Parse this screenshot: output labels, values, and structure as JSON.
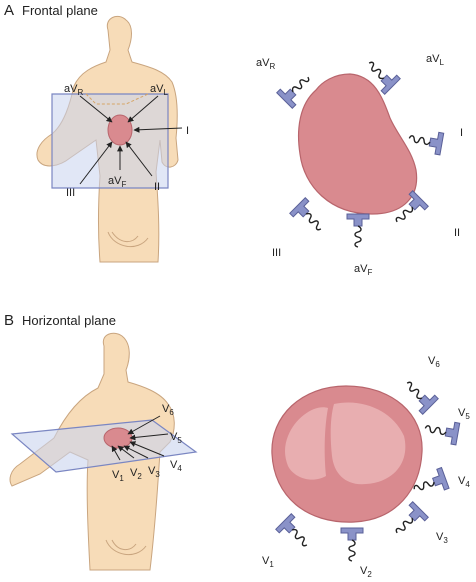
{
  "panels": {
    "a": {
      "letter": "A",
      "title": "Frontal plane"
    },
    "b": {
      "letter": "B",
      "title": "Horizontal plane"
    }
  },
  "frontal": {
    "lead_avr": {
      "base": "aV",
      "sub": "R"
    },
    "lead_avl": {
      "base": "aV",
      "sub": "L"
    },
    "lead_avf": {
      "base": "aV",
      "sub": "F"
    },
    "lead_i": "I",
    "lead_ii": "II",
    "lead_iii": "III"
  },
  "horizontal": {
    "v1": {
      "base": "V",
      "sub": "1"
    },
    "v2": {
      "base": "V",
      "sub": "2"
    },
    "v3": {
      "base": "V",
      "sub": "3"
    },
    "v4": {
      "base": "V",
      "sub": "4"
    },
    "v5": {
      "base": "V",
      "sub": "5"
    },
    "v6": {
      "base": "V",
      "sub": "6"
    }
  },
  "colors": {
    "skin": "#f7dcb8",
    "skin_outline": "#c9a57f",
    "heart": "#d98a8f",
    "heart_dark": "#b8656c",
    "heart_inner": "#e8aeb0",
    "electrode": "#8a92c8",
    "electrode_dark": "#5a6098",
    "plane": "#c9d3ee"
  }
}
